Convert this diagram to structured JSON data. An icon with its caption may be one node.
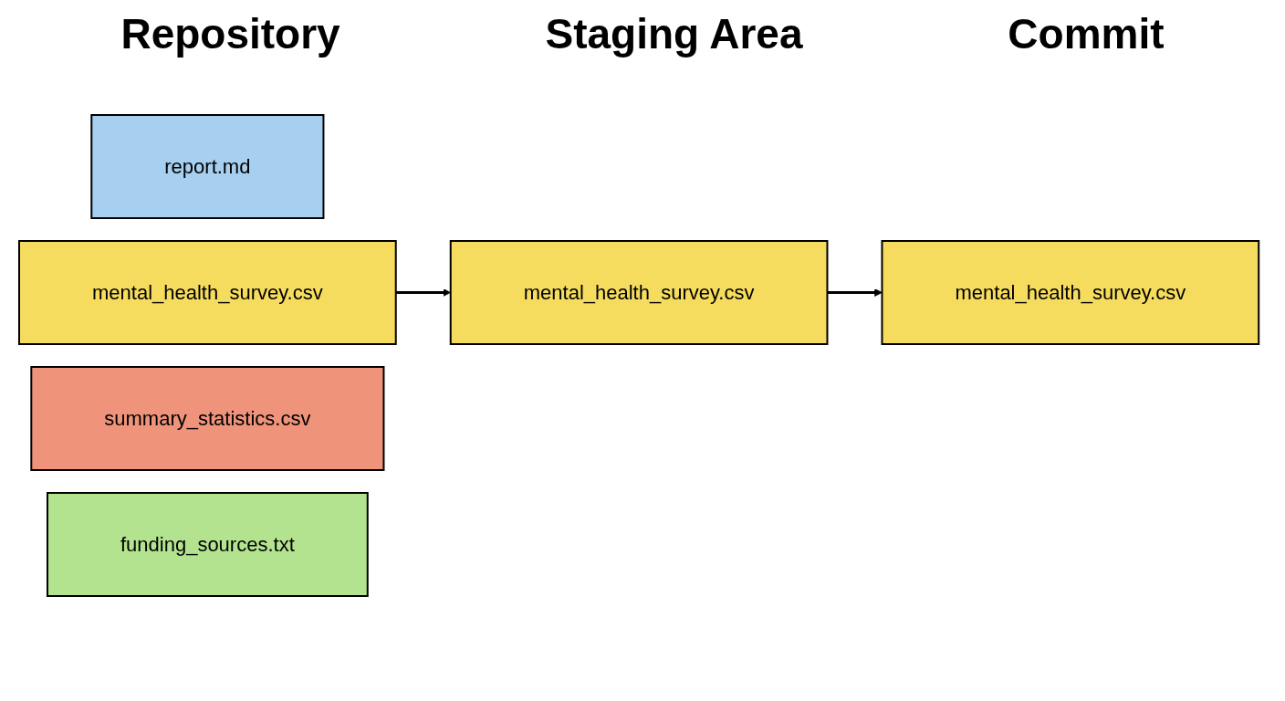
{
  "diagram": {
    "nodes": [
      {
        "text": [
          "report.md"
        ]
      },
      {
        "text": [
          "mental_health_survey.csv"
        ]
      },
      {
        "text": [
          "summary_statistics.csv"
        ]
      },
      {
        "text": [
          "funding_sources.txt"
        ]
      },
      {
        "text": [
          "mental_health_survey.csv"
        ]
      },
      {
        "text": [
          "mental_health_survey.csv"
        ]
      }
    ],
    "edges": [
      {
        "from": 1,
        "to": 4,
        "arrow": "to"
      },
      {
        "from": 4,
        "to": 5,
        "arrow": "to"
      }
    ],
    "labels": [
      "Repository",
      "Staging Area",
      "Commit"
    ]
  }
}
